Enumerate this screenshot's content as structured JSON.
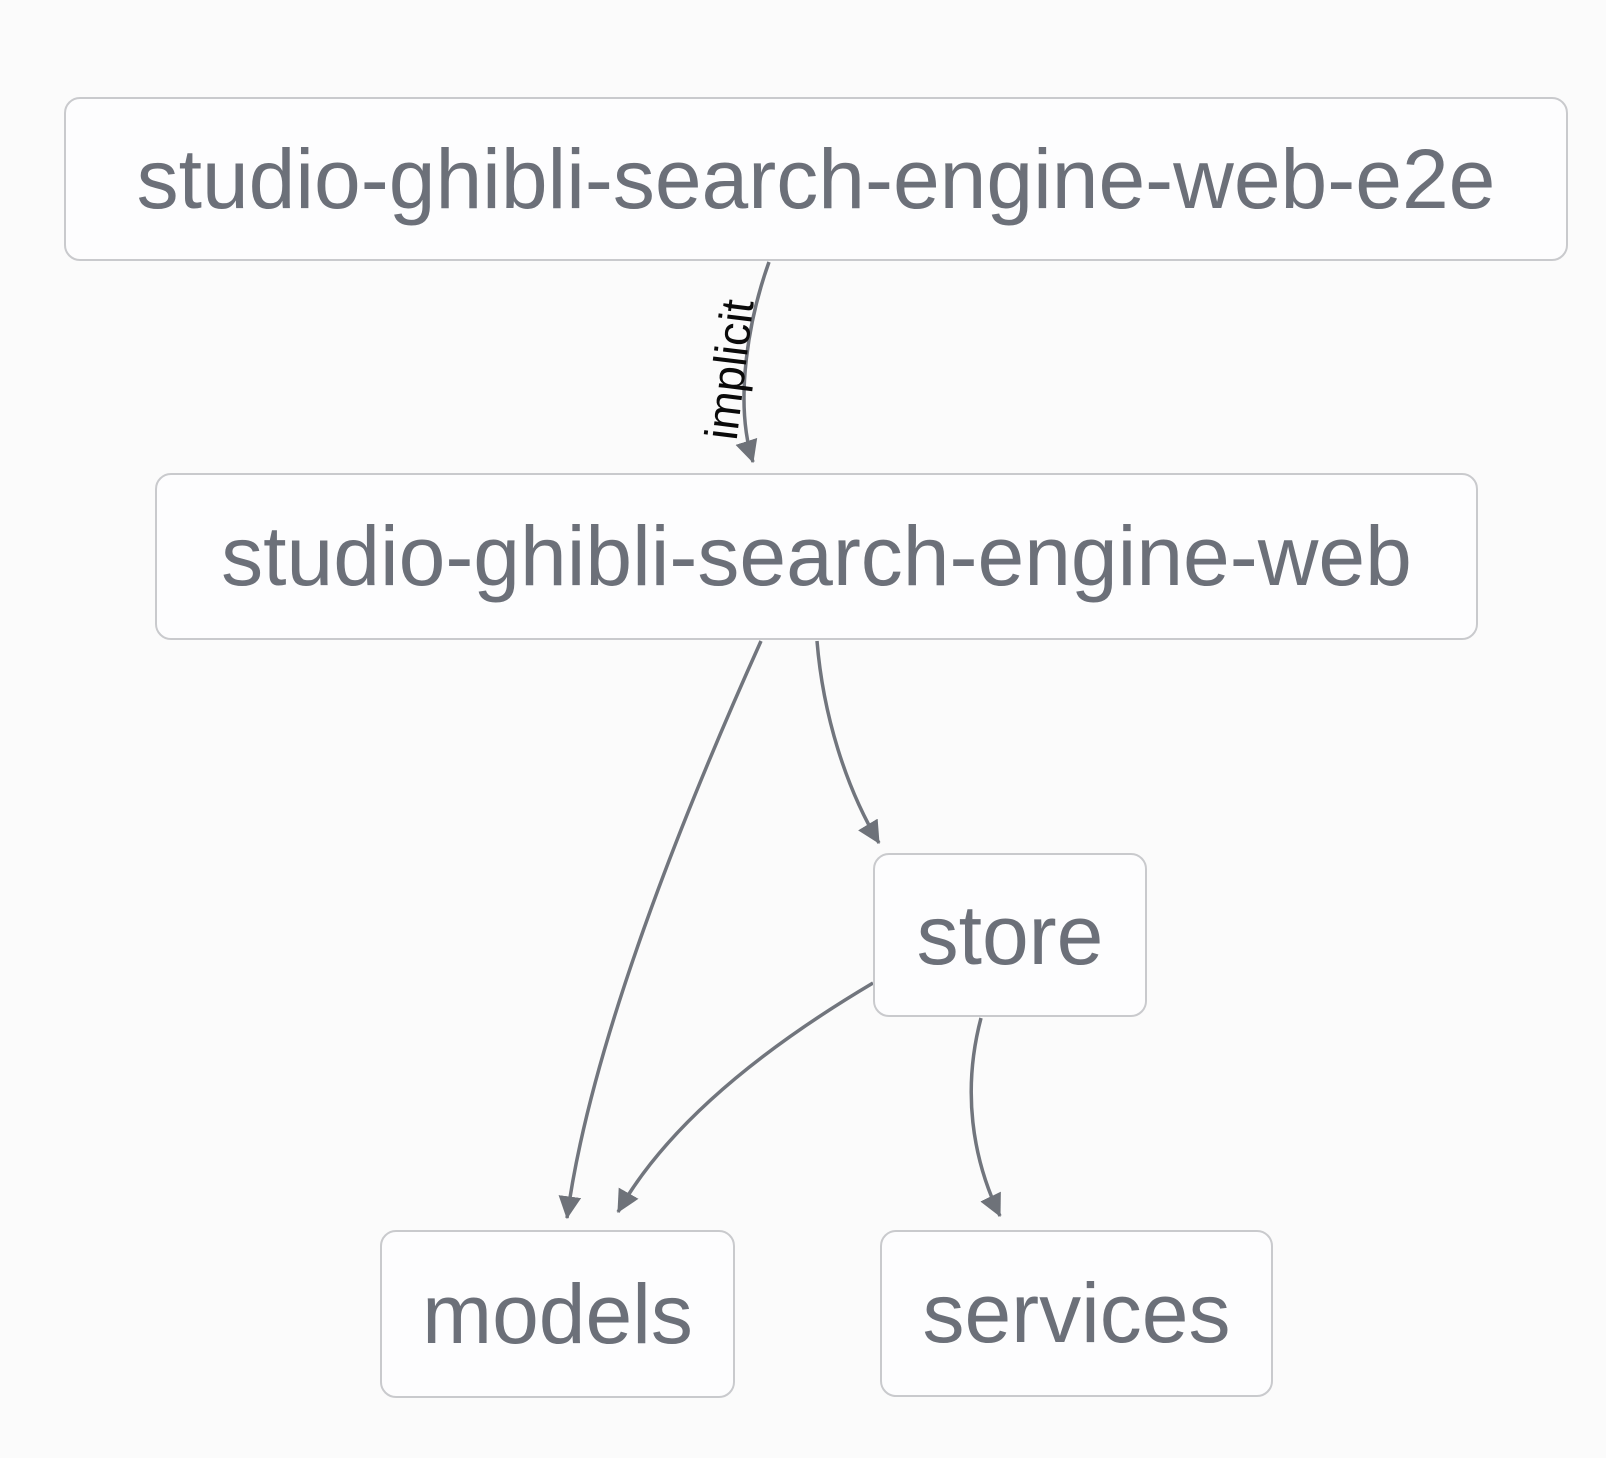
{
  "graph": {
    "kind": "project-dependency-graph",
    "colors": {
      "background": "#fbfbfb",
      "node_fill": "#fdfdfe",
      "node_border": "#c9cacd",
      "node_text": "#6c7079",
      "edge_stroke": "#71757d",
      "edge_label_text": "#0a0a0a"
    },
    "nodes": [
      {
        "id": "studio-ghibli-search-engine-web-e2e",
        "label": "studio-ghibli-search-engine-web-e2e"
      },
      {
        "id": "studio-ghibli-search-engine-web",
        "label": "studio-ghibli-search-engine-web"
      },
      {
        "id": "store",
        "label": "store"
      },
      {
        "id": "models",
        "label": "models"
      },
      {
        "id": "services",
        "label": "services"
      }
    ],
    "edges": [
      {
        "from": "studio-ghibli-search-engine-web-e2e",
        "to": "studio-ghibli-search-engine-web",
        "label": "implicit"
      },
      {
        "from": "studio-ghibli-search-engine-web",
        "to": "models",
        "label": ""
      },
      {
        "from": "studio-ghibli-search-engine-web",
        "to": "store",
        "label": ""
      },
      {
        "from": "store",
        "to": "models",
        "label": ""
      },
      {
        "from": "store",
        "to": "services",
        "label": ""
      }
    ]
  }
}
